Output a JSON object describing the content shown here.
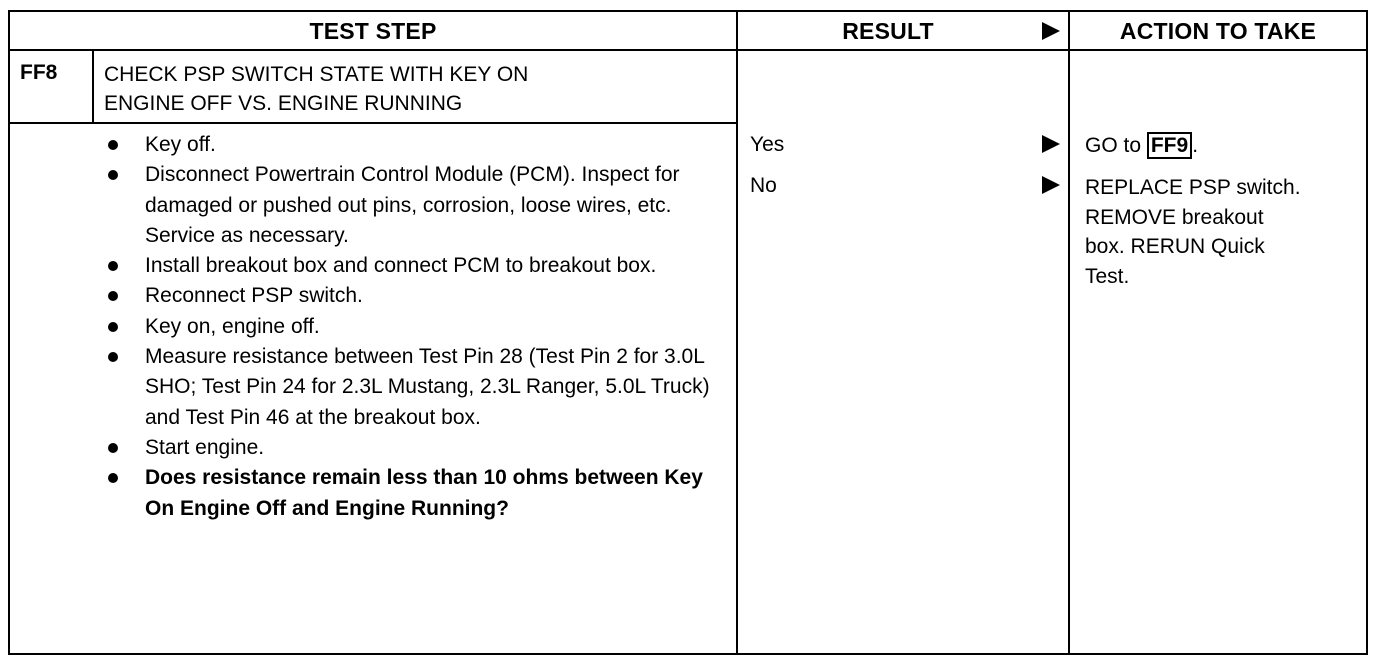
{
  "header": {
    "test_step": "TEST STEP",
    "result": "RESULT",
    "action": "ACTION TO TAKE"
  },
  "step": {
    "id": "FF8",
    "title_line1": "CHECK PSP SWITCH STATE WITH KEY ON",
    "title_line2": "ENGINE OFF VS. ENGINE RUNNING"
  },
  "bullets": [
    {
      "text": "Key off.",
      "bold": false
    },
    {
      "text": "Disconnect Powertrain Control Module (PCM). Inspect for damaged or pushed out pins, corrosion, loose wires, etc. Service as necessary.",
      "bold": false
    },
    {
      "text": "Install breakout box and connect PCM to breakout box.",
      "bold": false
    },
    {
      "text": "Reconnect PSP switch.",
      "bold": false
    },
    {
      "text": "Key on, engine off.",
      "bold": false
    },
    {
      "text": "Measure resistance between Test Pin 28 (Test Pin 2 for 3.0L SHO; Test Pin 24 for 2.3L Mustang, 2.3L Ranger, 5.0L Truck) and Test Pin 46 at the breakout box.",
      "bold": false
    },
    {
      "text": "Start engine.",
      "bold": false
    },
    {
      "text": "Does resistance remain less than 10 ohms between Key On Engine Off and Engine Running?",
      "bold": true
    }
  ],
  "results": {
    "yes": "Yes",
    "no": "No"
  },
  "actions": {
    "yes_prefix": "GO to ",
    "yes_ref": "FF9",
    "yes_suffix": ".",
    "no_line1": "REPLACE PSP switch.",
    "no_line2": "REMOVE breakout",
    "no_line3": "box. RERUN Quick",
    "no_line4": "Test."
  }
}
